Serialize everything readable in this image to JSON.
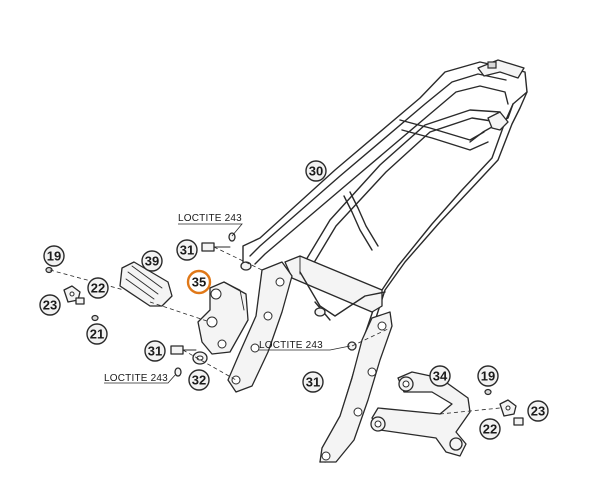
{
  "callouts": [
    {
      "id": "c30",
      "label": "30"
    },
    {
      "id": "c19a",
      "label": "19"
    },
    {
      "id": "c39",
      "label": "39"
    },
    {
      "id": "c31a",
      "label": "31"
    },
    {
      "id": "c35",
      "label": "35",
      "highlight": true
    },
    {
      "id": "c22a",
      "label": "22"
    },
    {
      "id": "c23a",
      "label": "23"
    },
    {
      "id": "c21",
      "label": "21"
    },
    {
      "id": "c31b",
      "label": "31"
    },
    {
      "id": "c32",
      "label": "32"
    },
    {
      "id": "c31c",
      "label": "31"
    },
    {
      "id": "c34",
      "label": "34"
    },
    {
      "id": "c19b",
      "label": "19"
    },
    {
      "id": "c22b",
      "label": "22"
    },
    {
      "id": "c23b",
      "label": "23"
    }
  ],
  "notes": [
    {
      "id": "n1",
      "text": "LOCTITE 243"
    },
    {
      "id": "n2",
      "text": "LOCTITE 243"
    },
    {
      "id": "n3",
      "text": "LOCTITE 243"
    }
  ],
  "colors": {
    "highlight": "#e07818",
    "line": "#2a2a2a",
    "callout_fill": "#f2f2f2"
  }
}
